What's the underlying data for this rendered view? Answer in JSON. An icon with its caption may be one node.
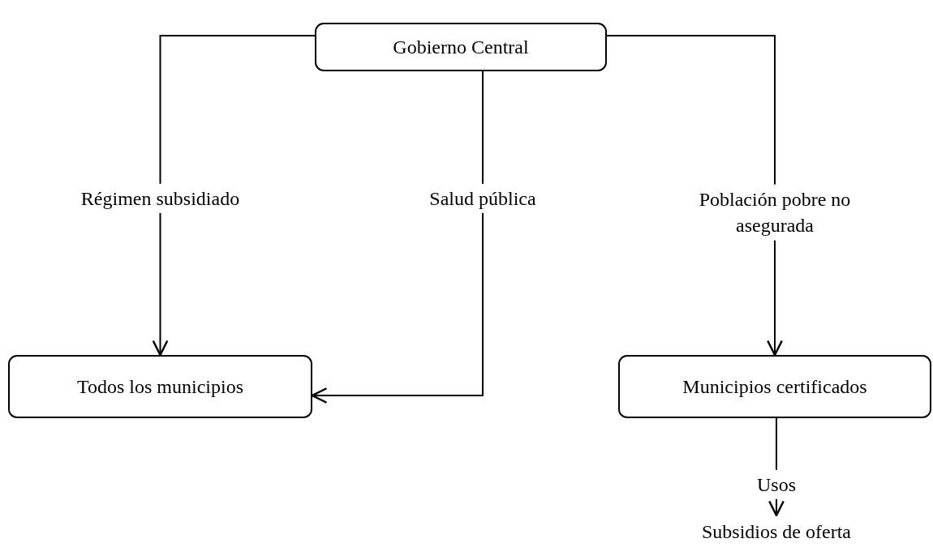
{
  "diagram": {
    "nodes": [
      {
        "text": [
          "Gobierno Central"
        ]
      },
      {
        "text": [
          "Todos los municipios"
        ]
      },
      {
        "text": [
          "Municipios certificados"
        ]
      },
      {
        "text": [
          "Subsidios de oferta"
        ]
      }
    ],
    "edges": [
      {
        "from": 0,
        "to": 1,
        "arrow": "to",
        "label": "Régimen subsidiado"
      },
      {
        "from": 0,
        "to": 1,
        "arrow": "to",
        "label": "Salud pública"
      },
      {
        "from": 0,
        "to": 2,
        "arrow": "to",
        "label": "Población pobre no asegurada"
      },
      {
        "from": 2,
        "to": 3,
        "arrow": "to",
        "label": "Usos"
      }
    ]
  }
}
